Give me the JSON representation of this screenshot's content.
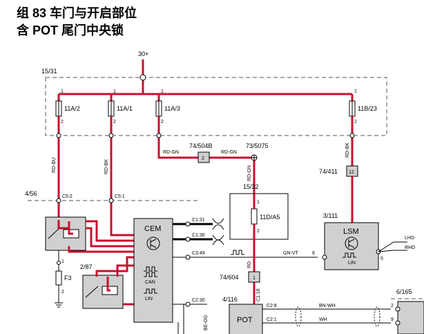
{
  "header": {
    "title": "组 83 车门与开启部位",
    "subtitle": "含 POT 尾门中央锁"
  },
  "colors": {
    "wire_red": "#c8102e",
    "box_gray": "#d0d0d0",
    "dash": "#555555"
  },
  "labels": {
    "power_30": "30+",
    "power_1531": "15/31",
    "fuse_11a2": "11A/2",
    "fuse_11a1": "11A/1",
    "fuse_11a3": "11A/3",
    "fuse_11b23": "11B/23",
    "pin1": "1",
    "pin2": "2",
    "pin6": "6",
    "pin5": "5",
    "pin9": "9",
    "wire_rdbu": "RD-BU",
    "wire_rdbk_a": "RD-BK",
    "wire_rdbk_b": "RD-BK",
    "wire_rdgn_a": "RD-GN",
    "wire_rdgn_b": "RD-GN",
    "wire_rdgn_c": "RD-GN",
    "conn_74504b": "74/504B",
    "conn_74504b_pin": "2",
    "conn_735075": "73/5075",
    "conn_74411": "74/411",
    "conn_74411_pin": "12",
    "module_456": "4/56",
    "c52": "C5:2",
    "c51": "C5:1",
    "module_1532": "15/32",
    "fuse_11da5": "11D/A5",
    "module_3111": "3/111",
    "lsm": "LSM",
    "lin_lsm": "LIN",
    "lhd": "LHD",
    "rhd": "RHD",
    "cem": "CEM",
    "c131": "C1:31",
    "c130": "C1:30",
    "c349": "C3:49",
    "c230": "C2:30",
    "can": "CAN",
    "lin_cem": "LIN",
    "gnvt": "GN-VT",
    "wire_rd": "RD",
    "conn_74604": "74/604",
    "conn_74604_pin": "1",
    "c118": "C1:18",
    "f3": "F3",
    "module_287": "2/87",
    "module_4116": "4/116",
    "pot": "POT",
    "c28": "C2:8",
    "c21": "C2:1",
    "bnwh": "BN-WH",
    "wh": "WH",
    "module_6165": "6/165",
    "wire_beog": "BE-OG"
  }
}
